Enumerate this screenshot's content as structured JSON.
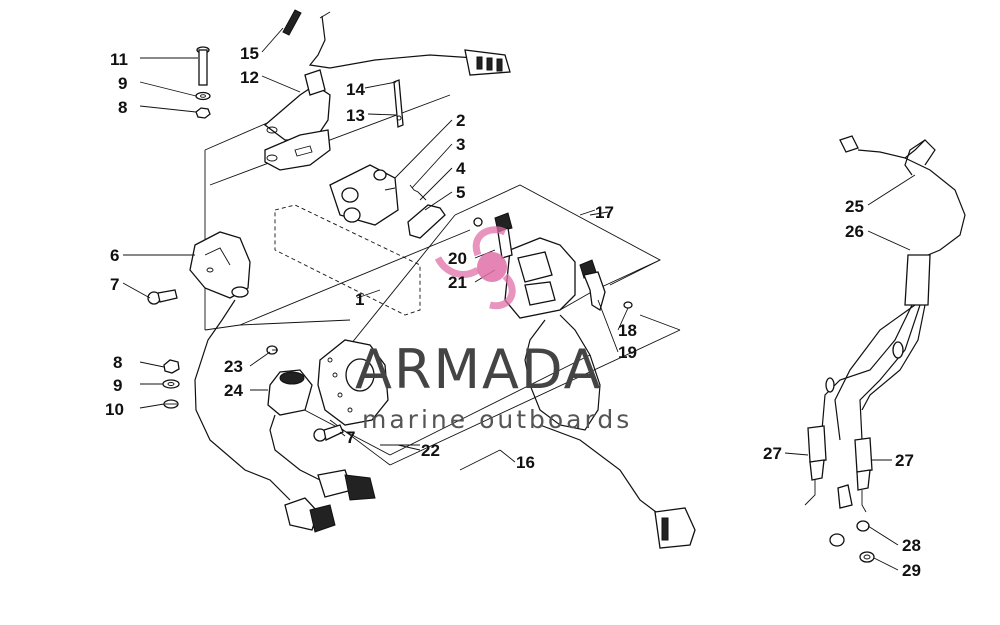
{
  "callouts": [
    "1",
    "2",
    "3",
    "4",
    "5",
    "6",
    "7",
    "7",
    "8",
    "8",
    "9",
    "9",
    "10",
    "11",
    "12",
    "13",
    "14",
    "15",
    "16",
    "17",
    "18",
    "19",
    "20",
    "21",
    "22",
    "23",
    "24",
    "25",
    "26",
    "27",
    "27",
    "28",
    "29"
  ],
  "watermark": {
    "title": "ARMADA",
    "subtitle": "marine outboards",
    "logo_color": "#e070a8"
  }
}
